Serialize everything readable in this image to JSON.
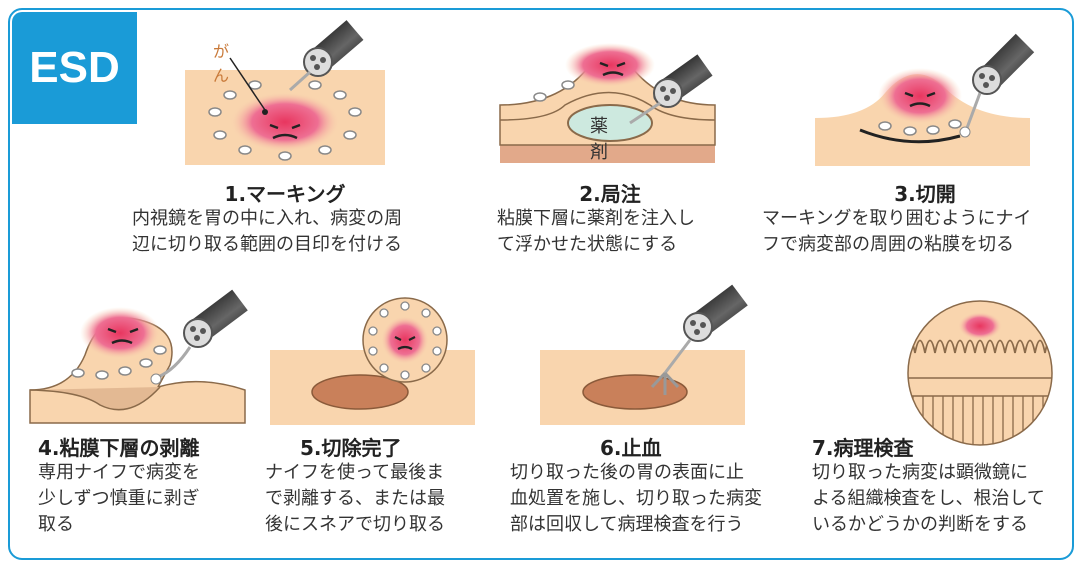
{
  "badge": "ESD",
  "label_cancer": "がん",
  "label_drug": "薬剤",
  "steps": [
    {
      "title": "1.マーキング",
      "lines": [
        "内視鏡を胃の中に入れ、病変の周",
        "辺に切り取る範囲の目印を付ける"
      ]
    },
    {
      "title": "2.局注",
      "lines": [
        "粘膜下層に薬剤を注入し",
        "て浮かせた状態にする"
      ]
    },
    {
      "title": "3.切開",
      "lines": [
        "マーキングを取り囲むようにナイ",
        "フで病変部の周囲の粘膜を切る"
      ]
    },
    {
      "title": "4.粘膜下層の剥離",
      "lines": [
        "専用ナイフで病変を",
        "少しずつ慎重に剥ぎ",
        "取る"
      ]
    },
    {
      "title": "5.切除完了",
      "lines": [
        "ナイフを使って最後ま",
        "で剥離する、または最",
        "後にスネアで切り取る"
      ]
    },
    {
      "title": "6.止血",
      "lines": [
        "切り取った後の胃の表面に止",
        "血処置を施し、切り取った病変",
        "部は回収して病理検査を行う"
      ]
    },
    {
      "title": "7.病理検査",
      "lines": [
        "切り取った病変は顕微鏡に",
        "よる組織検査をし、根治して",
        "いるかどうかの判断をする"
      ]
    }
  ],
  "colors": {
    "frame": "#1a9bd7",
    "tissue": "#f9d5ae",
    "lesion": "#e83f6f",
    "scope": "#444444"
  }
}
